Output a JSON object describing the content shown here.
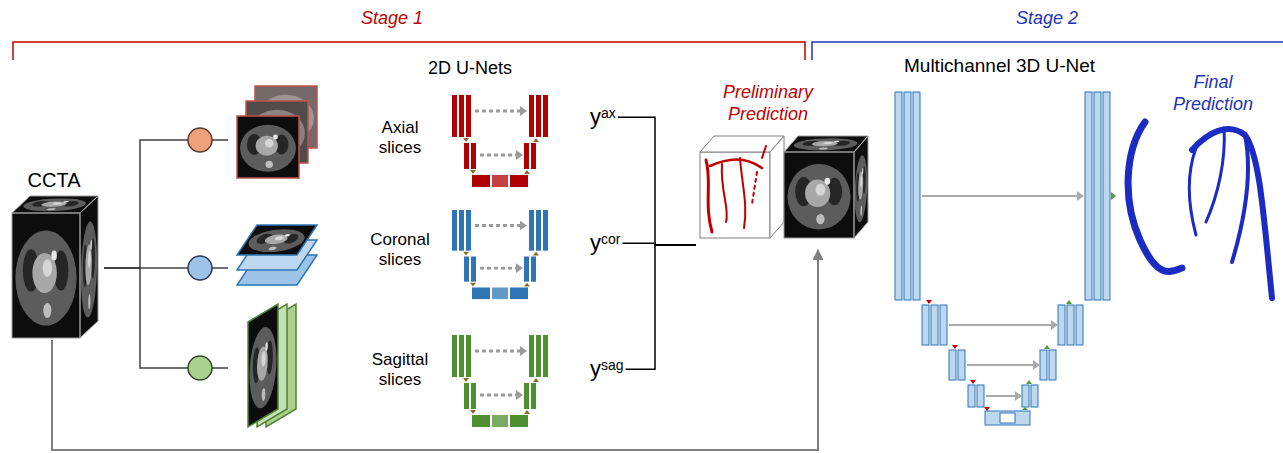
{
  "diagram": {
    "nodes": [
      {
        "text": [
          "CCTA"
        ]
      },
      {
        "text": [
          "Axial slices"
        ]
      },
      {
        "text": [
          "Coronal slices"
        ]
      },
      {
        "text": [
          "Sagittal slices"
        ]
      },
      {
        "text": [
          "y",
          "ax"
        ]
      },
      {
        "text": [
          "y",
          "cor"
        ]
      },
      {
        "text": [
          "y",
          "sag"
        ]
      },
      {
        "text": [
          "Preliminary Prediction"
        ]
      },
      {
        "text": [
          "Multichannel 3D U-Net"
        ]
      },
      {
        "text": [
          "Final Prediction"
        ]
      }
    ],
    "edges": [
      {
        "from": 0,
        "to": 1,
        "arrow": "none"
      },
      {
        "from": 0,
        "to": 2,
        "arrow": "none"
      },
      {
        "from": 0,
        "to": 3,
        "arrow": "none"
      },
      {
        "from": 4,
        "to": 7,
        "arrow": "none"
      },
      {
        "from": 5,
        "to": 7,
        "arrow": "none"
      },
      {
        "from": 6,
        "to": 7,
        "arrow": "none"
      },
      {
        "from": 0,
        "to": 7,
        "arrow": "to"
      }
    ],
    "labels": [
      "Stage 1",
      "Stage 2",
      "2D U-Nets"
    ]
  }
}
